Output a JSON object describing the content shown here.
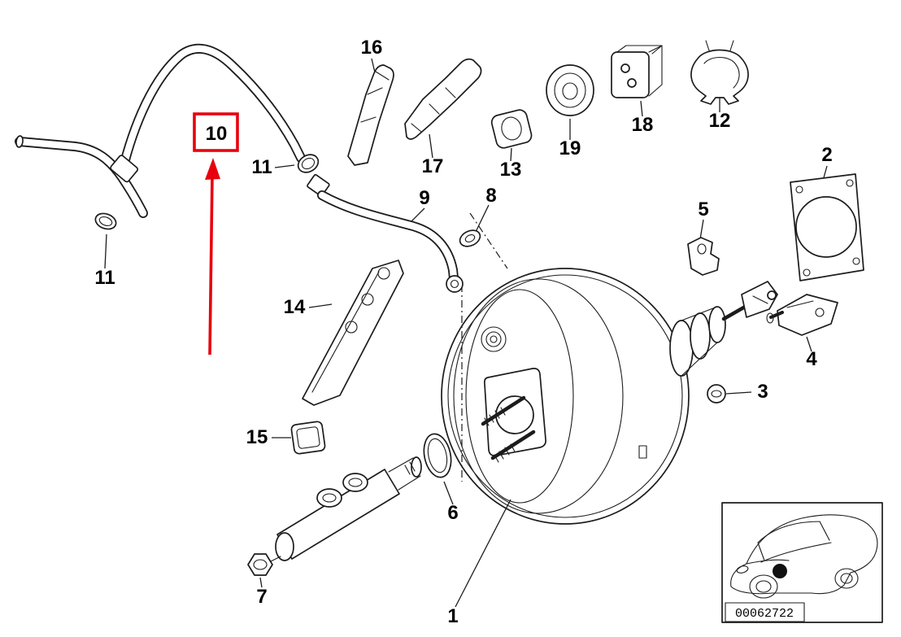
{
  "diagram": {
    "background": "#ffffff",
    "line_color": "#1c1c1c",
    "highlight": {
      "label": "10",
      "color": "#e8000d"
    },
    "labels": [
      {
        "text": "16"
      },
      {
        "text": "17"
      },
      {
        "text": "13"
      },
      {
        "text": "19"
      },
      {
        "text": "18"
      },
      {
        "text": "12"
      },
      {
        "text": "2"
      },
      {
        "text": "11"
      },
      {
        "text": "9"
      },
      {
        "text": "8"
      },
      {
        "text": "5"
      },
      {
        "text": "11"
      },
      {
        "text": "14"
      },
      {
        "text": "4"
      },
      {
        "text": "3"
      },
      {
        "text": "15"
      },
      {
        "text": "6"
      },
      {
        "text": "7"
      },
      {
        "text": "1"
      }
    ],
    "inset": {
      "code": "00062722"
    }
  }
}
